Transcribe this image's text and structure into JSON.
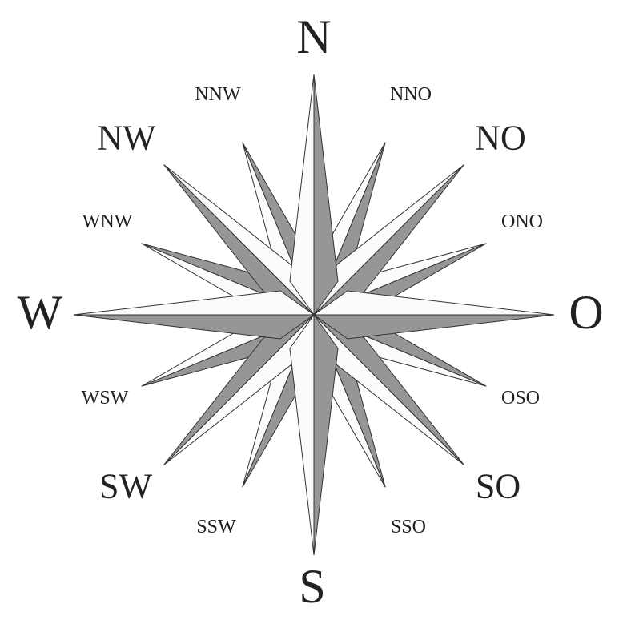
{
  "title": "Compass rose",
  "colors": {
    "light": "#fbfbfb",
    "dark": "#969696",
    "stroke": "#333333"
  },
  "labels": {
    "N": "N",
    "NNO": "NNO",
    "NO": "NO",
    "ONO": "ONO",
    "O": "O",
    "OSO": "OSO",
    "SO": "SO",
    "SSO": "SSO",
    "S": "S",
    "SSW": "SSW",
    "SW": "SW",
    "WSW": "WSW",
    "W": "W",
    "WNW": "WNW",
    "NW": "NW",
    "NNW": "NNW"
  }
}
